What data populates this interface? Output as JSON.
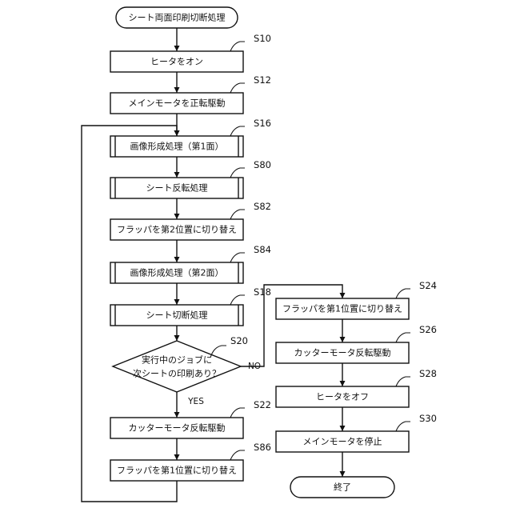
{
  "diagram": {
    "nodes": [
      {
        "id": "start",
        "kind": "terminal",
        "text": "シート両面印刷切断処理"
      },
      {
        "id": "s10",
        "kind": "process",
        "text": "ヒータをオン",
        "step": "S10"
      },
      {
        "id": "s12",
        "kind": "process",
        "text": "メインモータを正転駆動",
        "step": "S12"
      },
      {
        "id": "s16",
        "kind": "subroutine",
        "text": "画像形成処理（第1面）",
        "step": "S16"
      },
      {
        "id": "s80",
        "kind": "subroutine",
        "text": "シート反転処理",
        "step": "S80"
      },
      {
        "id": "s82",
        "kind": "process",
        "text": "フラッパを第2位置に切り替え",
        "step": "S82"
      },
      {
        "id": "s84",
        "kind": "subroutine",
        "text": "画像形成処理（第2面）",
        "step": "S84"
      },
      {
        "id": "s18",
        "kind": "subroutine",
        "text": "シート切断処理",
        "step": "S18"
      },
      {
        "id": "s20",
        "kind": "decision",
        "lines": [
          "実行中のジョブに",
          "次シートの印刷あり？"
        ],
        "step": "S20"
      },
      {
        "id": "s22",
        "kind": "process",
        "text": "カッターモータ反転駆動",
        "step": "S22"
      },
      {
        "id": "s86",
        "kind": "process",
        "text": "フラッパを第1位置に切り替え",
        "step": "S86"
      },
      {
        "id": "s24",
        "kind": "process",
        "text": "フラッパを第1位置に切り替え",
        "step": "S24"
      },
      {
        "id": "s26",
        "kind": "process",
        "text": "カッターモータ反転駆動",
        "step": "S26"
      },
      {
        "id": "s28",
        "kind": "process",
        "text": "ヒータをオフ",
        "step": "S28"
      },
      {
        "id": "s30",
        "kind": "process",
        "text": "メインモータを停止",
        "step": "S30"
      },
      {
        "id": "end",
        "kind": "terminal",
        "text": "終了"
      }
    ],
    "edges": [
      {
        "from": "start",
        "to": "s10"
      },
      {
        "from": "s10",
        "to": "s12"
      },
      {
        "from": "s12",
        "to": "s16"
      },
      {
        "from": "s16",
        "to": "s80"
      },
      {
        "from": "s80",
        "to": "s82"
      },
      {
        "from": "s82",
        "to": "s84"
      },
      {
        "from": "s84",
        "to": "s18"
      },
      {
        "from": "s18",
        "to": "s20"
      },
      {
        "from": "s20",
        "to": "s22",
        "label": "YES"
      },
      {
        "from": "s22",
        "to": "s86"
      },
      {
        "from": "s86",
        "to": "s16",
        "kind": "loop-back"
      },
      {
        "from": "s20",
        "to": "s24",
        "label": "NO"
      },
      {
        "from": "s24",
        "to": "s26"
      },
      {
        "from": "s26",
        "to": "s28"
      },
      {
        "from": "s28",
        "to": "s30"
      },
      {
        "from": "s30",
        "to": "end"
      }
    ]
  }
}
